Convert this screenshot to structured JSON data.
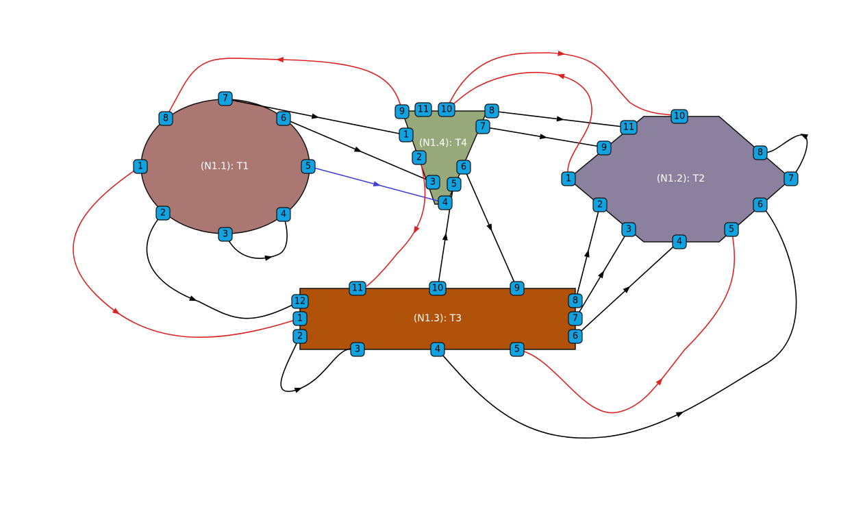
{
  "colors": {
    "port_fill": "#13a2e0",
    "edge_black": "#000000",
    "edge_red": "#dd2222",
    "edge_blue": "#4040e0"
  },
  "nodes": [
    {
      "id": "T1",
      "label": "(N1.1): T1",
      "shape": "ellipse",
      "fill": "#ab7772"
    },
    {
      "id": "T2",
      "label": "(N1.2): T2",
      "shape": "hexagon",
      "fill": "#8b819e"
    },
    {
      "id": "T3",
      "label": "(N1.3): T3",
      "shape": "rectangle",
      "fill": "#b0520a"
    },
    {
      "id": "T4",
      "label": "(N1.4): T4",
      "shape": "trapezoid",
      "fill": "#97a97b"
    }
  ],
  "ports": {
    "T1": [
      "1",
      "2",
      "3",
      "4",
      "5",
      "6",
      "7",
      "8"
    ],
    "T2": [
      "1",
      "2",
      "3",
      "4",
      "5",
      "6",
      "7",
      "8",
      "9",
      "10",
      "11"
    ],
    "T3": [
      "1",
      "2",
      "3",
      "4",
      "5",
      "6",
      "7",
      "8",
      "9",
      "10",
      "11",
      "12"
    ],
    "T4": [
      "1",
      "2",
      "3",
      "4",
      "5",
      "6",
      "7",
      "8",
      "9",
      "10",
      "11"
    ]
  },
  "edges": [
    {
      "from": "T1.7",
      "to": "T4.1",
      "color": "black"
    },
    {
      "from": "T1.6",
      "to": "T4.3",
      "color": "black"
    },
    {
      "from": "T1.5",
      "to": "T4.4",
      "color": "blue"
    },
    {
      "from": "T1.3",
      "to": "T1.4",
      "color": "black"
    },
    {
      "from": "T1.2",
      "to": "T3.12",
      "color": "black"
    },
    {
      "from": "T1.1",
      "to": "T3.1",
      "color": "red"
    },
    {
      "from": "T4.9",
      "to": "T1.8",
      "color": "red"
    },
    {
      "from": "T4.8",
      "to": "T2.11",
      "color": "black"
    },
    {
      "from": "T4.7",
      "to": "T2.9",
      "color": "black"
    },
    {
      "from": "T4.10",
      "to": "T2.10",
      "color": "red"
    },
    {
      "from": "T2.1",
      "to": "T4.10",
      "color": "red"
    },
    {
      "from": "T4.2",
      "to": "T3.11",
      "color": "red"
    },
    {
      "from": "T4.6",
      "to": "T3.9",
      "color": "black"
    },
    {
      "from": "T3.10",
      "to": "T4.5",
      "color": "black"
    },
    {
      "from": "T3.8",
      "to": "T2.2",
      "color": "black"
    },
    {
      "from": "T3.7",
      "to": "T2.3",
      "color": "black"
    },
    {
      "from": "T3.6",
      "to": "T2.4",
      "color": "black"
    },
    {
      "from": "T3.5",
      "to": "T2.5",
      "color": "red"
    },
    {
      "from": "T3.4",
      "to": "T2.6",
      "color": "black"
    },
    {
      "from": "T3.2",
      "to": "T3.3",
      "color": "black"
    },
    {
      "from": "T2.7",
      "to": "T2.8",
      "color": "black"
    }
  ]
}
